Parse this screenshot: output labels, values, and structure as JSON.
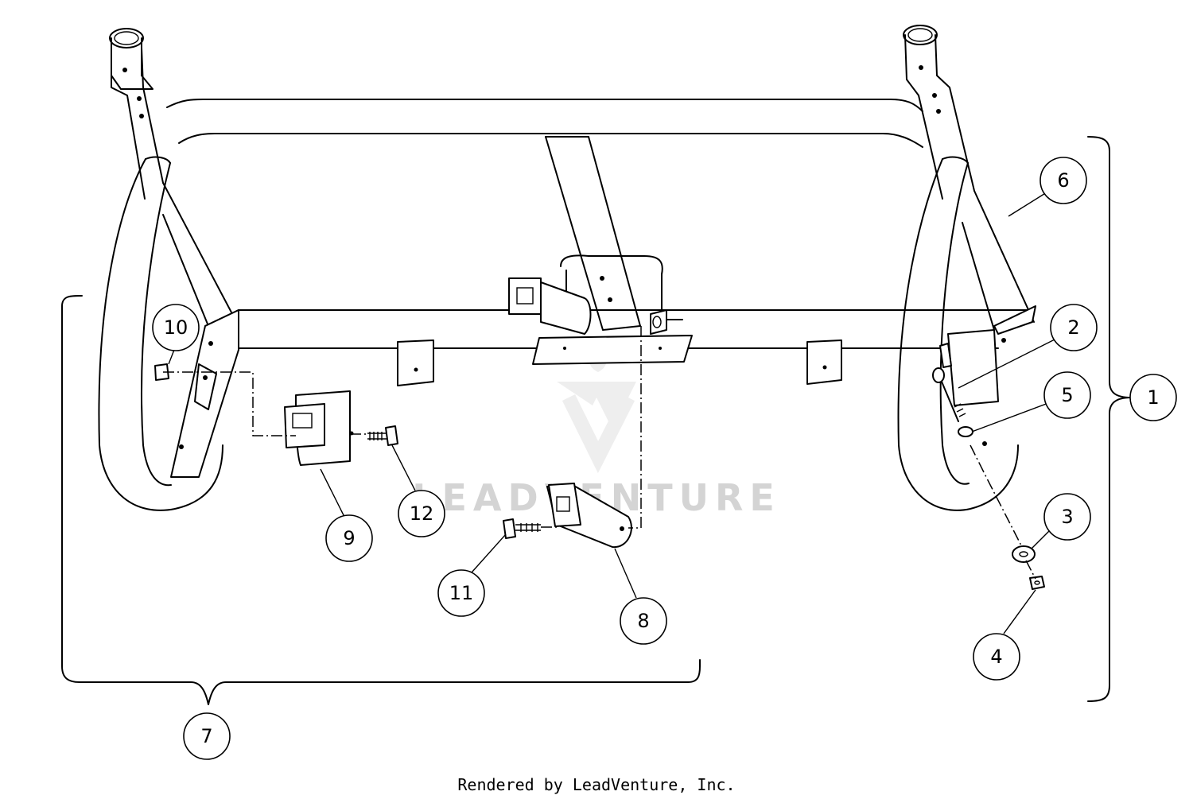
{
  "diagram": {
    "callouts": [
      {
        "id": "callout-1",
        "label": "1"
      },
      {
        "id": "callout-2",
        "label": "2"
      },
      {
        "id": "callout-3",
        "label": "3"
      },
      {
        "id": "callout-4",
        "label": "4"
      },
      {
        "id": "callout-5",
        "label": "5"
      },
      {
        "id": "callout-6",
        "label": "6"
      },
      {
        "id": "callout-7",
        "label": "7"
      },
      {
        "id": "callout-8",
        "label": "8"
      },
      {
        "id": "callout-9",
        "label": "9"
      },
      {
        "id": "callout-10",
        "label": "10"
      },
      {
        "id": "callout-11",
        "label": "11"
      },
      {
        "id": "callout-12",
        "label": "12"
      }
    ]
  },
  "watermark": {
    "text": "LEADVENTURE"
  },
  "footer": {
    "credit": "Rendered by LeadVenture, Inc."
  }
}
